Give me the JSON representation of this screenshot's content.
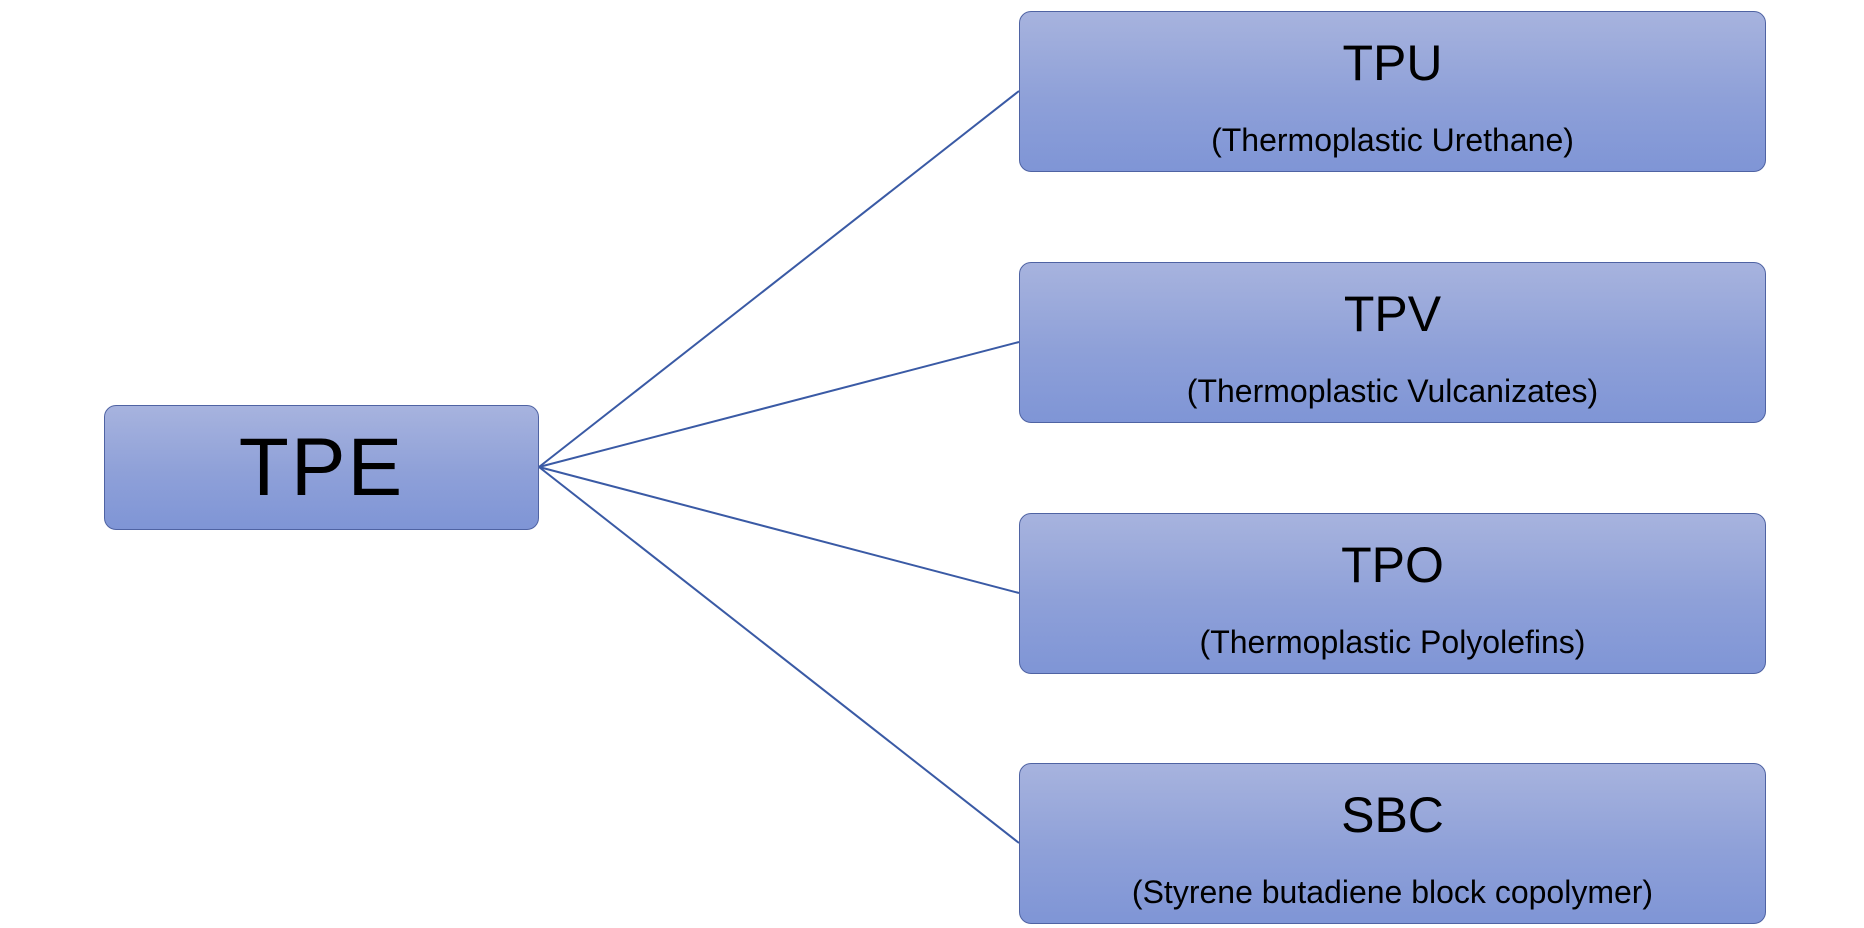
{
  "root": {
    "label": "TPE"
  },
  "children": [
    {
      "title": "TPU",
      "subtitle": "(Thermoplastic Urethane)"
    },
    {
      "title": "TPV",
      "subtitle": "(Thermoplastic Vulcanizates)"
    },
    {
      "title": "TPO",
      "subtitle": "(Thermoplastic Polyolefins)"
    },
    {
      "title": "SBC",
      "subtitle": "(Styrene butadiene block copolymer)"
    }
  ],
  "colors": {
    "box_fill_top": "#a7b3de",
    "box_fill_bottom": "#7f95d6",
    "box_border": "#4f63a3",
    "connector": "#3a5aa5",
    "text": "#000000"
  }
}
